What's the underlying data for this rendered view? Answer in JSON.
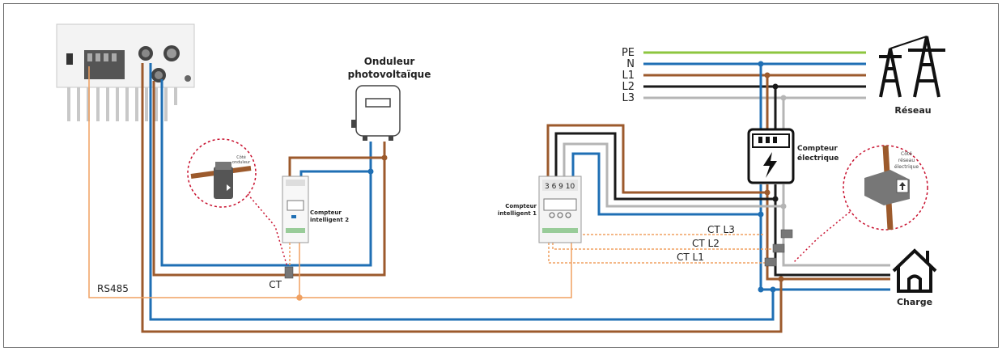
{
  "labels": {
    "inverter_title_1": "Onduleur",
    "inverter_title_2": "photovoltaïque",
    "grid": "Réseau",
    "load": "Charge",
    "meter_title_1": "Compteur",
    "meter_title_2": "électrique",
    "smart_meter_1_line1": "Compteur",
    "smart_meter_1_line2": "intelligent 1",
    "smart_meter_2_line1": "Compteur",
    "smart_meter_2_line2": "intelligent 2",
    "ct": "CT",
    "rs485": "RS485",
    "ct_l1": "CT L1",
    "ct_l2": "CT L2",
    "ct_l3": "CT L3",
    "terminals": "3 6 9 10",
    "inverter_side_line1": "Côté",
    "inverter_side_line2": "onduleur",
    "grid_side_line1": "Côté",
    "grid_side_line2": "réseau",
    "grid_side_line3": "électrique"
  },
  "bus_labels": [
    "PE",
    "N",
    "L1",
    "L2",
    "L3"
  ],
  "colors": {
    "pe": "#8dc63f",
    "neutral": "#1f6fb4",
    "l1": "#9c5a2c",
    "l2": "#1a1a1a",
    "l3": "#b5b5b5",
    "comm": "#f0a060",
    "callout": "#c8102e"
  }
}
